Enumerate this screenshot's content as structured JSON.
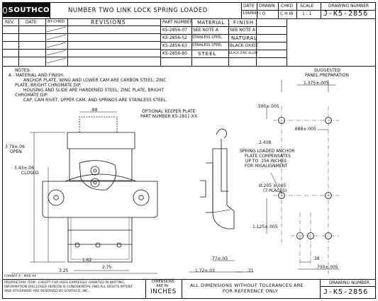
{
  "title_block": {
    "company": "SOUTHCO",
    "title": "NUMBER TWO LINK LOCK SPRING LOADED",
    "date_header": "DATE",
    "drawn_header": "DRAWN",
    "chkd_header": "CHKD",
    "scale_header": "SCALE",
    "drawing_number_header": "DRAWING NUMBER",
    "date_value": "13APR98",
    "drawn_value": "I O",
    "chkd_value": "C H W",
    "scale_value": "1 : 1",
    "drawing_number": "J-K5-2856"
  },
  "revisions": {
    "headers": [
      "REV.",
      "DATE",
      "BY-CHKD",
      "REVISIONS"
    ]
  },
  "parts_table": {
    "headers": [
      "PART NUMBER",
      "MATERIAL",
      "FINISH"
    ],
    "rows": [
      [
        "K5-2856-07",
        "SEE NOTE A",
        "SEE NOTE A"
      ],
      [
        "K5-2856-52",
        "STAINLESS STEEL",
        "NATURAL"
      ],
      [
        "K5-2856-63",
        "STAINLESS STEEL",
        "BLACK OXIDE"
      ],
      [
        "K5-2856-80",
        "STEEL",
        "BLACK ZINC ALLOY"
      ]
    ]
  },
  "notes": {
    "heading": "NOTES:",
    "line1": "A - MATERIAL AND FINISH:",
    "line2": "ANCHOR PLATE, WING AND LOWER CAM ARE CARBON STEEL; ZINC",
    "line3": "PLATE, BRIGHT CHROMATE DIP.",
    "line4": "HOUSING AND SLIDE ARE HARDENED STEEL; ZINC PLATE, BRIGHT",
    "line5": "CHROMATE DIP.",
    "line6": "CAP, CAM RIVET, UPPER CAM, AND SPRINGS ARE STAINLESS STEEL."
  },
  "annotations": {
    "panel_prep_1": "SUGGESTED",
    "panel_prep_2": "PANEL PREPARATION",
    "keeper_1": "OPTIONAL KEEPER PLATE",
    "keeper_2": "PART NUMBER K5-2811-XX",
    "anchor_1": "SPRING LOADED ANCHOR",
    "anchor_2": "PLATE COMPENSATES",
    "anchor_3": "UP TO .156 INCHES",
    "anchor_4": "FOR MISALIGNMENT",
    "open": "OPEN",
    "closed": "CLOSED",
    "places": "(7 PLACES)",
    "format": "FORMAT A - MAR 94"
  },
  "dimensions": {
    "d088": ".88",
    "d1375": "1.375±.005",
    "d500": ".500±.005",
    "d688": ".688±.005",
    "d2438": "2.438",
    "d379": "3.79±.06",
    "d343": "3.43±.06",
    "d205": "Ø.205 ±.005",
    "d1125": "1.125±.005",
    "d162": "1.62",
    "d275": "2.75",
    "d325": "3.25",
    "d077": ".77±.03",
    "d172": "1.72±.03",
    "d031": ".31",
    "d038": ".38",
    "d750": ".750±.005"
  },
  "footer": {
    "proprietary_1": "PROPRIETARY ITEM - EXCEPT FOR USES EXPRESSLY GRANTED IN WRITING,",
    "proprietary_2": "INFORMATION DISCLOSED HEREON IS CONFIDENTIAL AND ALL RIGHTS PATENT",
    "proprietary_3": "AND OTHERWISE ARE RESERVED BY SOUTHCO, INC.",
    "dims_label_1": "DIMENSIONS",
    "dims_label_2": "ARE IN",
    "dims_unit": "INCHES",
    "tolerance_1": "ALL DIMENSIONS WITHOUT TOLERANCES ARE",
    "tolerance_2": "FOR REFERENCE ONLY",
    "drawing_number_label": "DRAWING NUMBER",
    "drawing_number": "J-K5-2856"
  }
}
